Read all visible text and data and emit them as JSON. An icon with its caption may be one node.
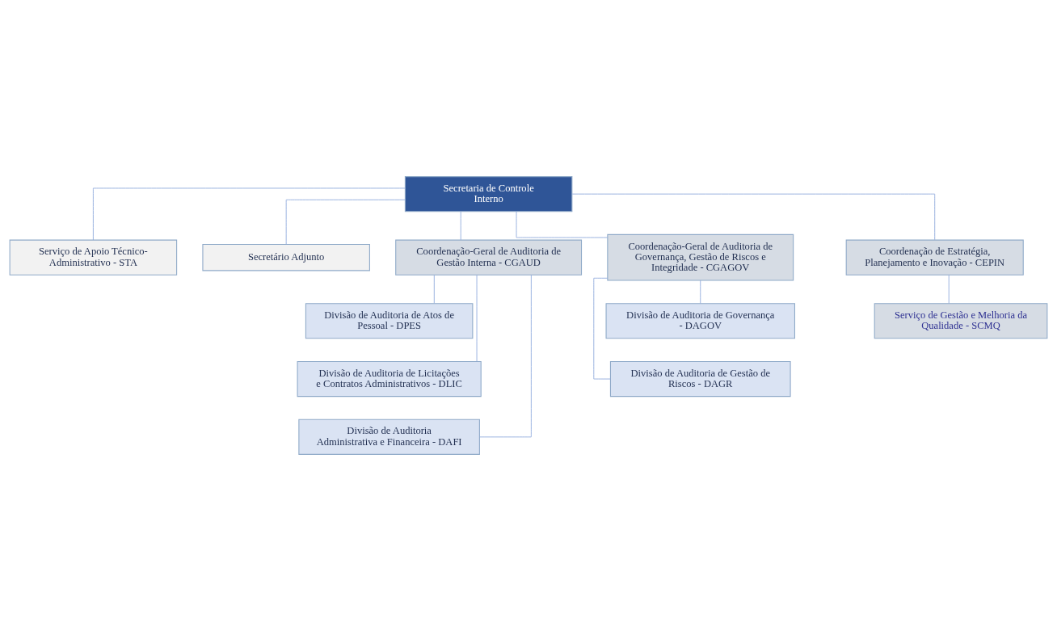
{
  "diagram": {
    "nodes": [
      {
        "text": [
          "Secretaria de Controle Interno"
        ]
      },
      {
        "text": [
          "Serviço de Apoio Técnico-Administrativo - STA"
        ]
      },
      {
        "text": [
          "Secretário Adjunto"
        ]
      },
      {
        "text": [
          "Coordenação-Geral de Auditoria de Gestão Interna - CGAUD"
        ]
      },
      {
        "text": [
          "Divisão de Auditoria de Atos de Pessoal - DPES"
        ]
      },
      {
        "text": [
          "Divisão de Auditoria de Licitações e Contratos Administrativos - DLIC"
        ]
      },
      {
        "text": [
          "Divisão de Auditoria Administrativa e Financeira - DAFI"
        ]
      },
      {
        "text": [
          "Coordenação-Geral de Auditoria de Governança, Gestão de Riscos e Integridade - CGAGOV"
        ]
      },
      {
        "text": [
          "Divisão de Auditoria de Governança - DAGOV"
        ]
      },
      {
        "text": [
          "Divisão de Auditoria de Gestão de Riscos - DAGR"
        ]
      },
      {
        "text": [
          "Coordenação de Estratégia, Planejamento e Inovação - CEPIN"
        ]
      },
      {
        "text": [
          "Serviço de Gestão e Melhoria da Qualidade - SCMQ"
        ]
      }
    ],
    "edges": [
      {
        "from": 0,
        "to": 1,
        "arrow": "none"
      },
      {
        "from": 0,
        "to": 2,
        "arrow": "none"
      },
      {
        "from": 0,
        "to": 3,
        "arrow": "none"
      },
      {
        "from": 0,
        "to": 7,
        "arrow": "none"
      },
      {
        "from": 0,
        "to": 10,
        "arrow": "none"
      },
      {
        "from": 3,
        "to": 4,
        "arrow": "none"
      },
      {
        "from": 3,
        "to": 5,
        "arrow": "none"
      },
      {
        "from": 3,
        "to": 6,
        "arrow": "none"
      },
      {
        "from": 7,
        "to": 8,
        "arrow": "none"
      },
      {
        "from": 7,
        "to": 9,
        "arrow": "none"
      },
      {
        "from": 10,
        "to": 11,
        "arrow": "none"
      }
    ]
  }
}
